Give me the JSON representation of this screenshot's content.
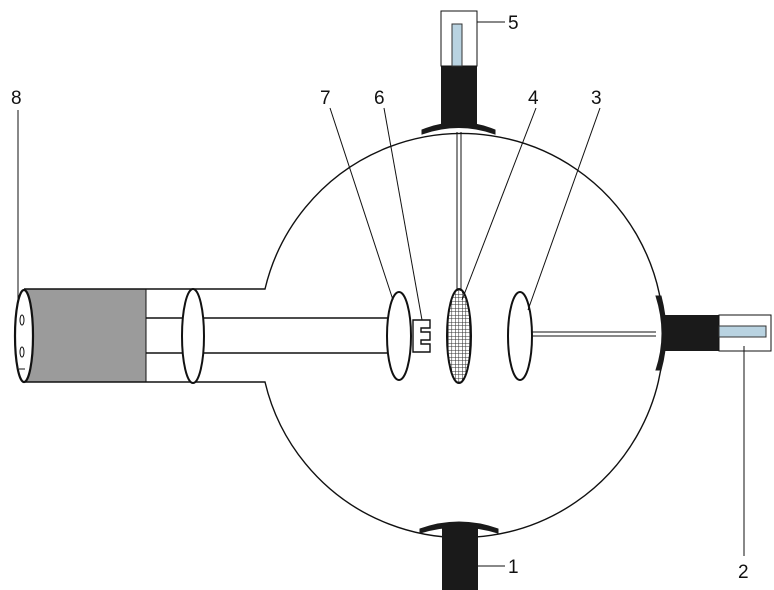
{
  "labels": {
    "l1": "1",
    "l2": "2",
    "l3": "3",
    "l4": "4",
    "l5": "5",
    "l6": "6",
    "l7": "7",
    "l8": "8"
  },
  "colors": {
    "outline": "#111111",
    "connector": "#1a1a1a",
    "window_gray": "#9b9b9b",
    "metal_blue": "#b9d3e1",
    "mesh_gray": "#8a8a8a",
    "background": "#ffffff"
  }
}
